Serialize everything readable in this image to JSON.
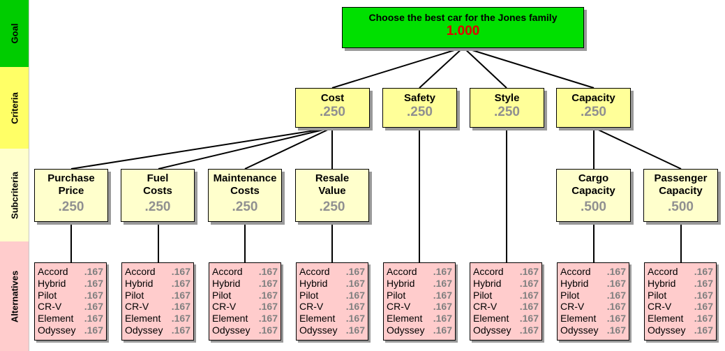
{
  "bands": [
    {
      "id": "goal",
      "label": "Goal",
      "color": "#00cc00"
    },
    {
      "id": "criteria",
      "label": "Criteria",
      "color": "#ffff66"
    },
    {
      "id": "subcriteria",
      "label": "Subcriteria",
      "color": "#ffffcc"
    },
    {
      "id": "alternatives",
      "label": "Alternatives",
      "color": "#ffcccc"
    }
  ],
  "goal": {
    "title": "Choose the best car for the Jones family",
    "weight": "1.000"
  },
  "criteria": [
    {
      "id": "cost",
      "label": "Cost",
      "weight": ".250"
    },
    {
      "id": "safety",
      "label": "Safety",
      "weight": ".250"
    },
    {
      "id": "style",
      "label": "Style",
      "weight": ".250"
    },
    {
      "id": "capacity",
      "label": "Capacity",
      "weight": ".250"
    }
  ],
  "subcriteria": [
    {
      "id": "purchase",
      "parent": "cost",
      "line1": "Purchase",
      "line2": "Price",
      "weight": ".250"
    },
    {
      "id": "fuel",
      "parent": "cost",
      "line1": "Fuel",
      "line2": "Costs",
      "weight": ".250"
    },
    {
      "id": "maint",
      "parent": "cost",
      "line1": "Maintenance",
      "line2": "Costs",
      "weight": ".250"
    },
    {
      "id": "resale",
      "parent": "cost",
      "line1": "Resale",
      "line2": "Value",
      "weight": ".250"
    },
    {
      "id": "cargo",
      "parent": "capacity",
      "line1": "Cargo",
      "line2": "Capacity",
      "weight": ".500"
    },
    {
      "id": "passenger",
      "parent": "capacity",
      "line1": "Passenger",
      "line2": "Capacity",
      "weight": ".500"
    }
  ],
  "alternatives": [
    {
      "name": "Accord",
      "value": ".167"
    },
    {
      "name": "Hybrid",
      "value": ".167"
    },
    {
      "name": "Pilot",
      "value": ".167"
    },
    {
      "name": "CR-V",
      "value": ".167"
    },
    {
      "name": "Element",
      "value": ".167"
    },
    {
      "name": "Odyssey",
      "value": ".167"
    }
  ],
  "alternative_groups": [
    {
      "parent": "purchase"
    },
    {
      "parent": "fuel"
    },
    {
      "parent": "maint"
    },
    {
      "parent": "resale"
    },
    {
      "parent": "safety"
    },
    {
      "parent": "style"
    },
    {
      "parent": "cargo"
    },
    {
      "parent": "passenger"
    }
  ]
}
